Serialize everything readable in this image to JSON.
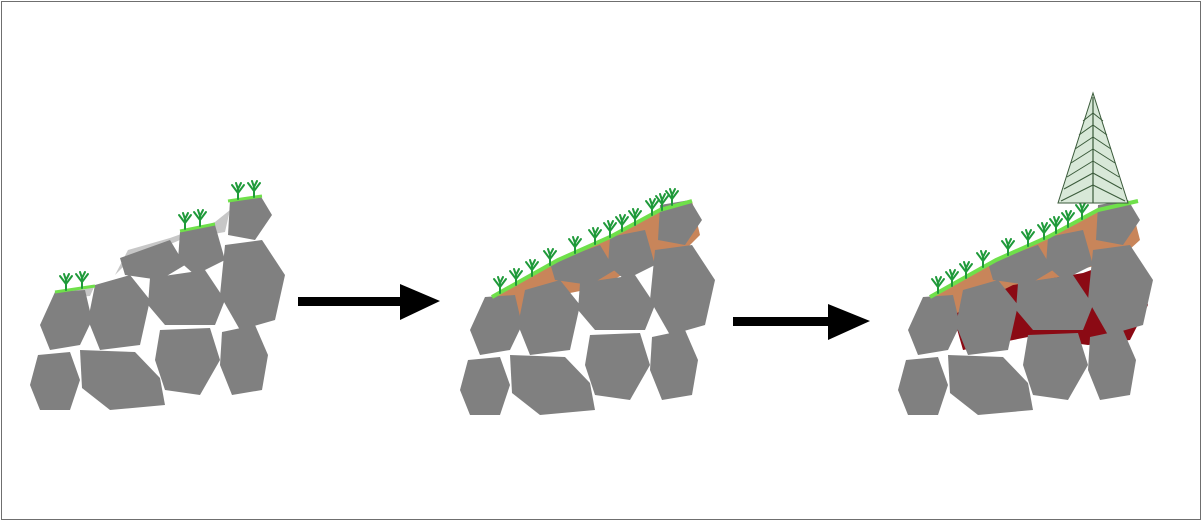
{
  "diagram": {
    "stages": [
      {
        "id": "stage-1",
        "soil_color": "#c7c7c7",
        "grass_color": "#6fe04a",
        "has_tree": false
      },
      {
        "id": "stage-2",
        "soil_color": "#c8855a",
        "grass_color": "#6fe04a",
        "has_tree": false
      },
      {
        "id": "stage-3",
        "soil_color": "#c8855a",
        "grass_color": "#6fe04a",
        "deep_soil_color": "#8b0a14",
        "has_tree": true
      }
    ],
    "arrows": 2,
    "colors": {
      "rock": "#808080",
      "sprout": "#1f9a3a",
      "tree_fill": "#d8e8d8",
      "tree_lines": "#3a5a3a",
      "arrow": "#000000",
      "frame": "#6f6f6f"
    }
  }
}
